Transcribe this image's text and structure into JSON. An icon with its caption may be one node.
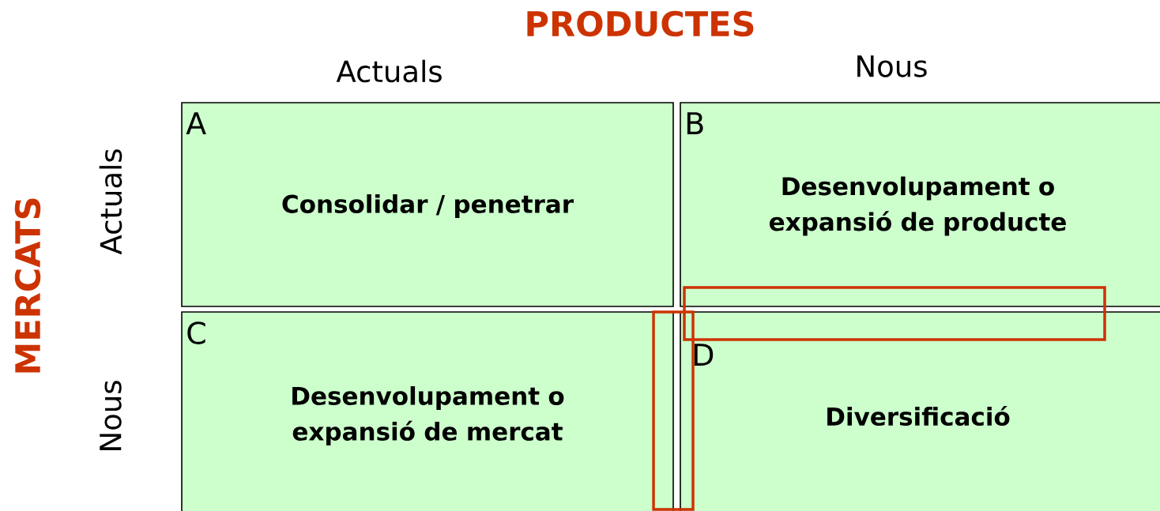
{
  "diagram": {
    "nodes": [
      {
        "text": [
          "A",
          "Consolidar / penetrar"
        ]
      },
      {
        "text": [
          "B",
          "Desenvolupament o expansió de producte"
        ]
      },
      {
        "text": [
          "C",
          "Desenvolupament o expansió de mercat"
        ]
      },
      {
        "text": [
          "D",
          "Diversificació"
        ]
      }
    ],
    "labels": [
      "PRODUCTES",
      "Actuals",
      "Nous",
      "MERCATS",
      "Actuals",
      "Nous"
    ]
  }
}
